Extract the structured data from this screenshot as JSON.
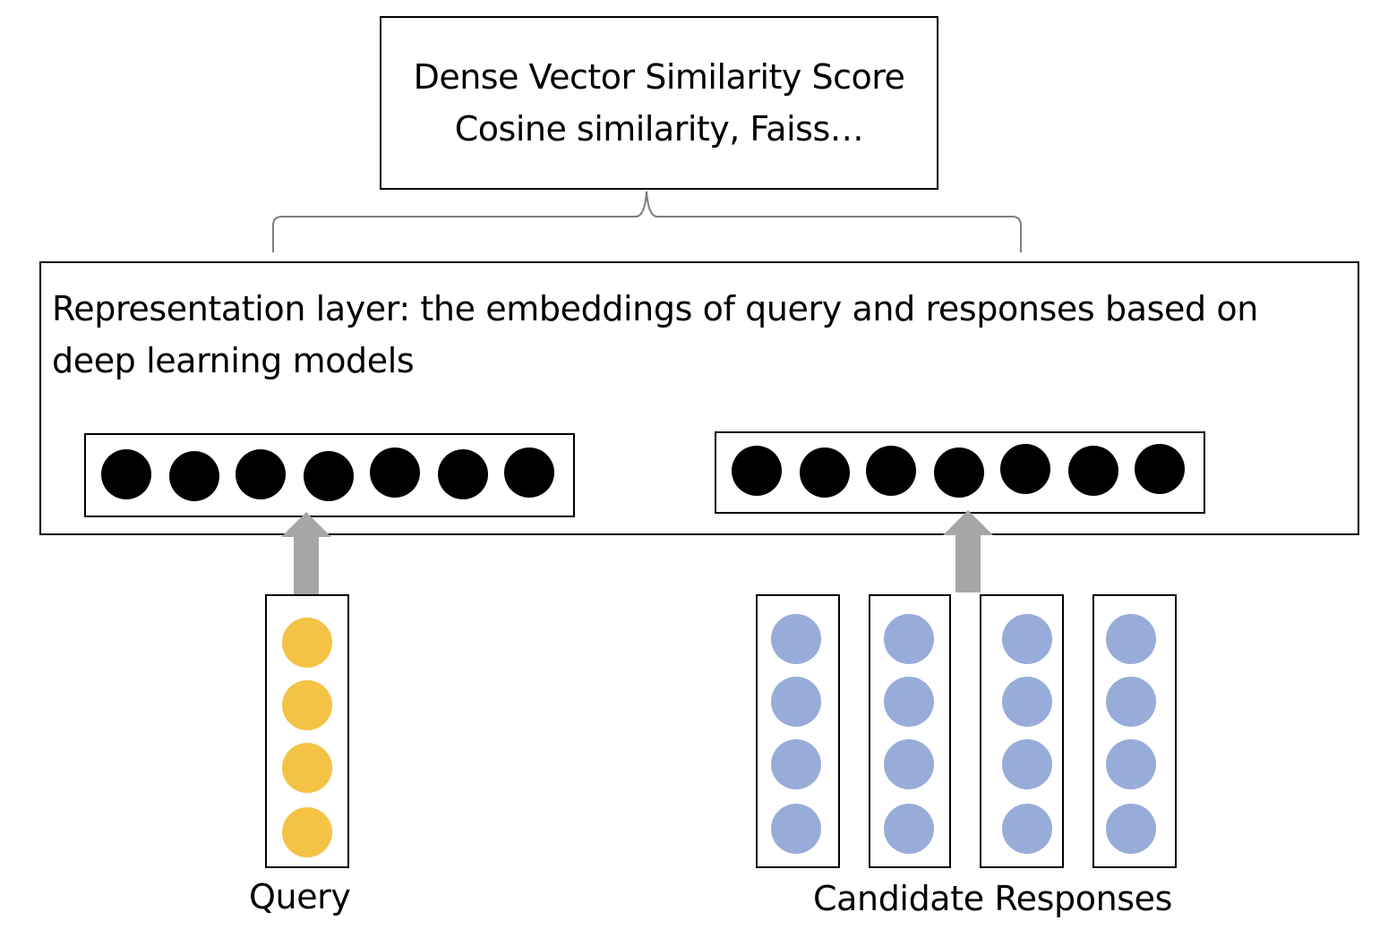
{
  "score_box": {
    "line1": "Dense Vector Similarity Score",
    "line2": "Cosine similarity, Faiss…"
  },
  "representation_layer": {
    "text": "Representation layer: the embeddings of query and responses based on deep learning models"
  },
  "labels": {
    "query": "Query",
    "candidates": "Candidate Responses"
  },
  "colors": {
    "embedding_dot": "#000000",
    "query_dot": "#f4c244",
    "candidate_dot": "#97acd9",
    "arrow": "#a6a6a6",
    "brace": "#7f7f7f"
  },
  "counts": {
    "embedding_dots_per_vector": 7,
    "query_dots": 4,
    "candidate_vectors": 4,
    "dots_per_candidate": 4
  }
}
